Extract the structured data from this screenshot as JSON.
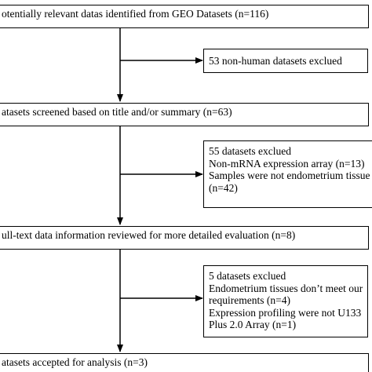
{
  "colors": {
    "stroke": "#000000",
    "background": "#ffffff"
  },
  "main_boxes": [
    {
      "text": "otentially relevant datas identified from GEO Datasets (n=116)"
    },
    {
      "text": "atasets screened based on title and/or summary (n=63)"
    },
    {
      "text": "ull-text data information reviewed for more detailed evaluation (n=8)"
    },
    {
      "text": "atasets accepted for analysis (n=3)"
    }
  ],
  "exclusion_boxes": [
    {
      "lines": [
        "53 non-human datasets exclued"
      ]
    },
    {
      "lines": [
        "55 datasets exclued",
        "Non-mRNA expression array (n=13)",
        " Samples were not endometrium tissue",
        "(n=42)"
      ]
    },
    {
      "lines": [
        "5 datasets exclued",
        "Endometrium tissues don’t  meet our",
        "requirements (n=4)",
        "Expression profiling were not U133",
        "Plus 2.0 Array (n=1)"
      ]
    }
  ]
}
